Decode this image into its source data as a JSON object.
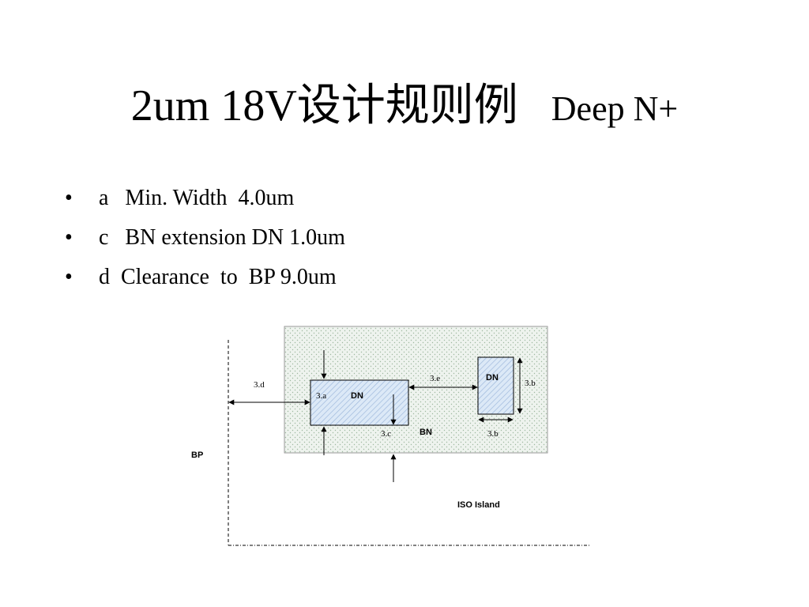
{
  "slide": {
    "title_main": "2um 18V设计规则例",
    "title_sub": "Deep N+"
  },
  "bullets": [
    {
      "marker": "•",
      "text": "a   Min. Width  4.0um"
    },
    {
      "marker": "•",
      "text": "c   BN extension DN 1.0um"
    },
    {
      "marker": "•",
      "text": "d  Clearance  to  BP 9.0um"
    }
  ],
  "diagram": {
    "labels": {
      "rule_d": "3.d",
      "rule_a": "3.a",
      "dn_main": "DN",
      "rule_e": "3.e",
      "dn_small": "DN",
      "rule_b_right": "3.b",
      "rule_c": "3.c",
      "bn": "BN",
      "rule_b_bottom": "3.b",
      "bp": "BP",
      "iso_island": "ISO Island"
    },
    "colors": {
      "line": "#000000",
      "bn_fill": "#eef3ee",
      "bn_stipple": "#9fb8a0",
      "dn_fill": "#dce9f7",
      "dn_hatch": "#9fb9dc"
    }
  }
}
